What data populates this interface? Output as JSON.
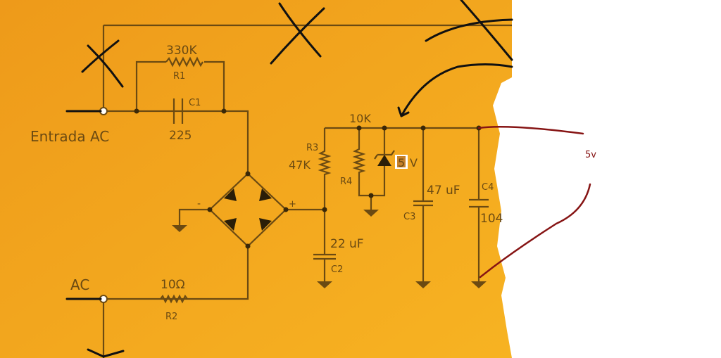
{
  "colors": {
    "background": "#f2a51c",
    "wire": "#6b4a12",
    "annotation_black": "#111111",
    "annotation_red": "#861414"
  },
  "labels": {
    "input": "Entrada AC",
    "ac": "AC",
    "r1_value": "330K",
    "r1_name": "R1",
    "c1_name": "C1",
    "c1_value": "225",
    "r2_value": "10Ω",
    "r2_name": "R2",
    "minus": "-",
    "plus": "+",
    "r3_name": "R3",
    "r3_value": "47K",
    "r4_value": "10K",
    "r4_name": "R4",
    "zener_digit": "5",
    "zener_unit": "V",
    "c2_value": "22 uF",
    "c2_name": "C2",
    "c3_value": "47 uF",
    "c3_name": "C3",
    "c4_name": "C4",
    "c4_value": "104"
  },
  "annotation": {
    "output_voltage": "5v"
  }
}
